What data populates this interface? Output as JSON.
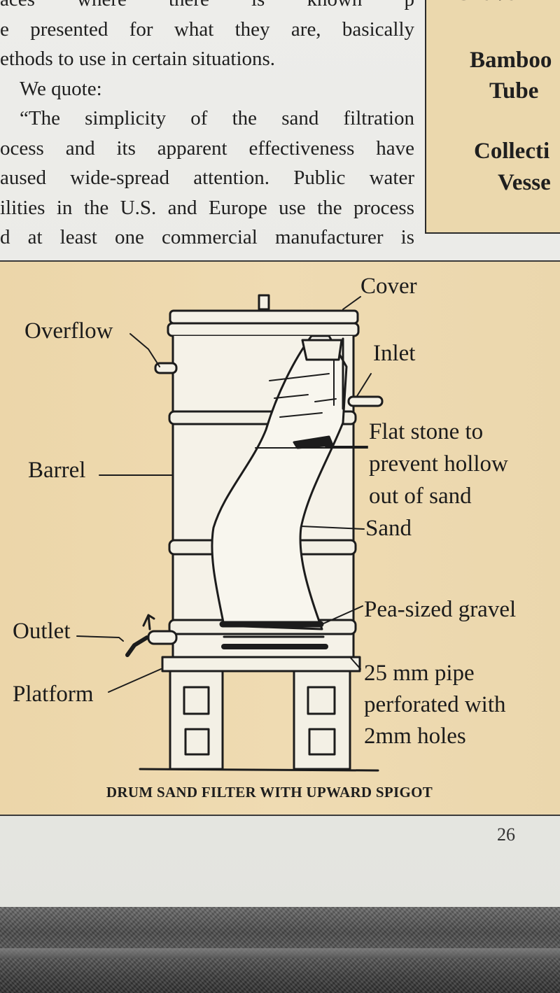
{
  "body_text": {
    "lines": [
      "aces where there is known p",
      "e presented for what they are, basically",
      "ethods to use in certain situations.",
      "We quote:",
      "“The simplicity of the sand filtration",
      "ocess and its apparent effectiveness have",
      "aused wide-spread attention. Public water",
      "ilities in the U.S. and Europe use the process",
      "d at least one commercial manufacturer is"
    ]
  },
  "side_box": {
    "labels": [
      "Grave",
      "Bamboo",
      "Tube",
      "Collecti",
      "Vesse"
    ]
  },
  "figure": {
    "labels": {
      "cover": "Cover",
      "overflow": "Overflow",
      "inlet": "Inlet",
      "barrel": "Barrel",
      "flat_stone_1": "Flat stone to",
      "flat_stone_2": "prevent hollow",
      "flat_stone_3": "out of sand",
      "sand": "Sand",
      "gravel": "Pea-sized gravel",
      "outlet": "Outlet",
      "platform": "Platform",
      "pipe_1": "25 mm pipe",
      "pipe_2": "perforated with",
      "pipe_3": "2mm holes"
    },
    "caption": "DRUM SAND FILTER WITH UPWARD SPIGOT"
  },
  "page_number": "26"
}
